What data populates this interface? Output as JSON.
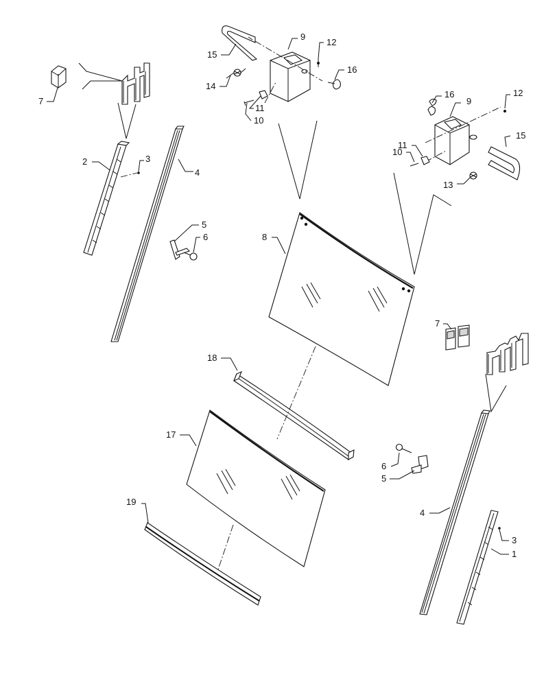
{
  "diagram": {
    "callouts": [
      {
        "id": "c-7a",
        "text": "7"
      },
      {
        "id": "c-15a",
        "text": "15"
      },
      {
        "id": "c-9a",
        "text": "9"
      },
      {
        "id": "c-12a",
        "text": "12"
      },
      {
        "id": "c-16a",
        "text": "16"
      },
      {
        "id": "c-14",
        "text": "14"
      },
      {
        "id": "c-11a",
        "text": "11"
      },
      {
        "id": "c-10a",
        "text": "10"
      },
      {
        "id": "c-16b",
        "text": "16"
      },
      {
        "id": "c-9b",
        "text": "9"
      },
      {
        "id": "c-12b",
        "text": "12"
      },
      {
        "id": "c-15b",
        "text": "15"
      },
      {
        "id": "c-11b",
        "text": "11"
      },
      {
        "id": "c-10b",
        "text": "10"
      },
      {
        "id": "c-13",
        "text": "13"
      },
      {
        "id": "c-2",
        "text": "2"
      },
      {
        "id": "c-3a",
        "text": "3"
      },
      {
        "id": "c-4a",
        "text": "4"
      },
      {
        "id": "c-5a",
        "text": "5"
      },
      {
        "id": "c-6a",
        "text": "6"
      },
      {
        "id": "c-8",
        "text": "8"
      },
      {
        "id": "c-7b",
        "text": "7"
      },
      {
        "id": "c-18",
        "text": "18"
      },
      {
        "id": "c-17",
        "text": "17"
      },
      {
        "id": "c-6b",
        "text": "6"
      },
      {
        "id": "c-5b",
        "text": "5"
      },
      {
        "id": "c-4b",
        "text": "4"
      },
      {
        "id": "c-3b",
        "text": "3"
      },
      {
        "id": "c-1",
        "text": "1"
      },
      {
        "id": "c-19",
        "text": "19"
      }
    ]
  }
}
